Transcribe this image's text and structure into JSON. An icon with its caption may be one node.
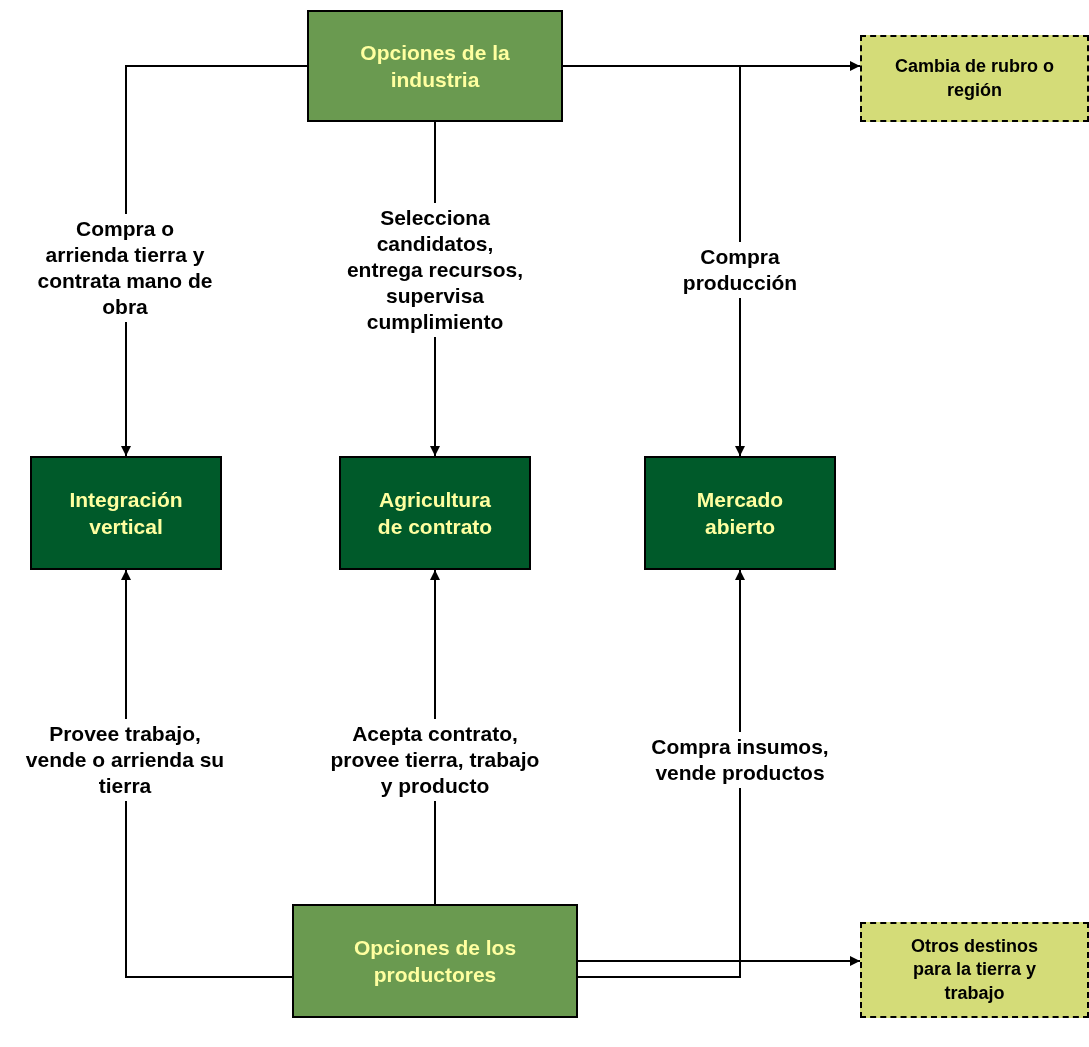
{
  "diagram": {
    "nodes": [
      {
        "text": [
          "Opciones de la industria"
        ]
      },
      {
        "text": [
          "Cambia de rubro o región"
        ]
      },
      {
        "text": [
          "Integración vertical"
        ]
      },
      {
        "text": [
          "Agricultura de contrato"
        ]
      },
      {
        "text": [
          "Mercado abierto"
        ]
      },
      {
        "text": [
          "Opciones de los productores"
        ]
      },
      {
        "text": [
          "Otros destinos para la tierra y trabajo"
        ]
      }
    ],
    "edges": [
      {
        "from": 0,
        "to": 2,
        "arrow": "to",
        "label": "Compra o arrienda tierra y contrata mano de obra"
      },
      {
        "from": 0,
        "to": 3,
        "arrow": "to",
        "label": "Selecciona candidatos, entrega recursos, supervisa cumplimiento"
      },
      {
        "from": 0,
        "to": 1,
        "arrow": "to"
      },
      {
        "from": 0,
        "to": 4,
        "arrow": "to",
        "label": "Compra producción"
      },
      {
        "from": 5,
        "to": 2,
        "arrow": "to",
        "label": "Provee trabajo, vende o arrienda su tierra"
      },
      {
        "from": 5,
        "to": 3,
        "arrow": "to",
        "label": "Acepta contrato, provee tierra, trabajo y producto"
      },
      {
        "from": 5,
        "to": 6,
        "arrow": "to"
      },
      {
        "from": 5,
        "to": 4,
        "arrow": "to",
        "label": "Compra insumos, vende productos"
      }
    ]
  }
}
